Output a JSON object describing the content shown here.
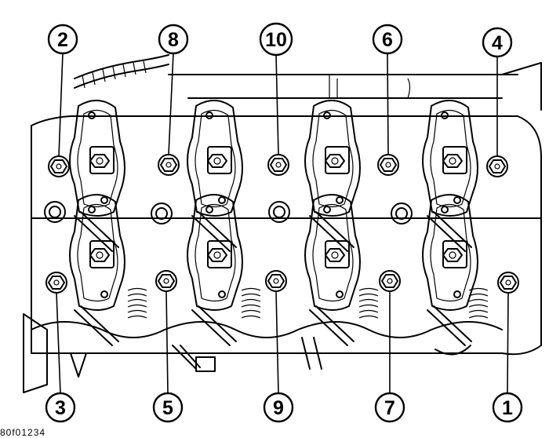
{
  "callouts_top": [
    "2",
    "8",
    "10",
    "6",
    "4"
  ],
  "callouts_bottom": [
    "3",
    "5",
    "9",
    "7",
    "1"
  ],
  "figure_code": "80f01234",
  "colors": {
    "ink": "#000000",
    "paper": "#ffffff"
  }
}
